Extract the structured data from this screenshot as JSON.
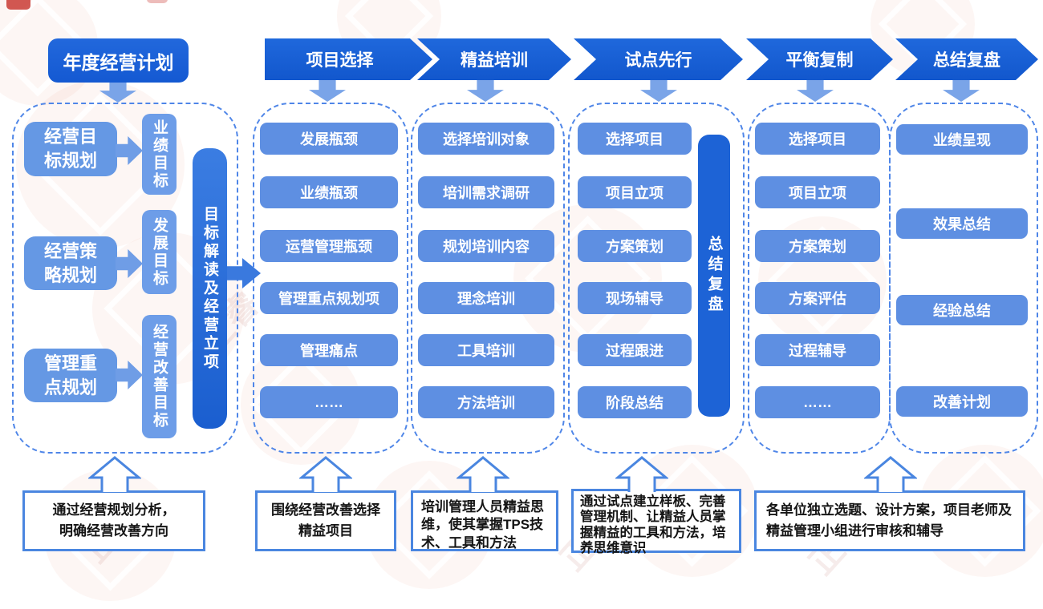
{
  "annual_plan": {
    "label": "年度经营计划"
  },
  "planning": {
    "rows": [
      {
        "source": "经营目\n标规划",
        "target": "业绩目标"
      },
      {
        "source": "经营策\n略规划",
        "target": "发展目标"
      },
      {
        "source": "管理重\n点规划",
        "target": "经营改善目标"
      }
    ],
    "bar_label": "目标解读及经营立项",
    "note": "通过经营规划分析，\n明确经营改善方向"
  },
  "columns": [
    {
      "banner": "项目选择",
      "items": [
        "发展瓶颈",
        "业绩瓶颈",
        "运营管理瓶颈",
        "管理重点规划项",
        "管理痛点",
        "……"
      ],
      "note": "围绕经营改善选择\n精益项目"
    },
    {
      "banner": "精益培训",
      "items": [
        "选择培训对象",
        "培训需求调研",
        "规划培训内容",
        "理念培训",
        "工具培训",
        "方法培训"
      ],
      "note": "培训管理人员精益思\n维，使其掌握TPS技\n术、工具和方法"
    },
    {
      "banner": "试点先行",
      "items": [
        "选择项目",
        "项目立项",
        "方案策划",
        "现场辅导",
        "过程跟进",
        "阶段总结"
      ],
      "bar_label": "总结复盘",
      "note": "通过试点建立样板、完善\n管理机制、让精益人员掌\n握精益的工具和方法，培\n养思维意识"
    },
    {
      "banner": "平衡复制",
      "items": [
        "选择项目",
        "项目立项",
        "方案策划",
        "方案评估",
        "过程辅导",
        "……"
      ],
      "note": "各单位独立选题、设计方案，项目老师及\n精益管理小组进行审核和辅导"
    },
    {
      "banner": "总结复盘",
      "items": [
        "业绩呈现",
        "效果总结",
        "经验总结",
        "改善计划"
      ]
    }
  ],
  "colors": {
    "primary_dark": "#1760d4",
    "box_light": "#5e8fe2",
    "box_lighter": "#6d9de8",
    "arrow_light": "#7aa4e8",
    "dashed_border": "#4f86e8",
    "note_border": "#4a86e0"
  },
  "watermark": {
    "text": "正睿"
  }
}
